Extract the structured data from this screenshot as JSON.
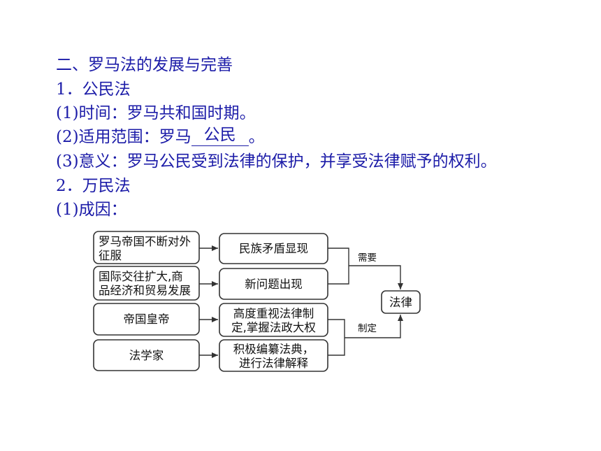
{
  "section_heading": "二、罗马法的发展与完善",
  "item1": {
    "title": "1．公民法",
    "time": "(1)时间：罗马共和国时期。",
    "scope_prefix": "(2)适用范围：罗马",
    "scope_answer": "公民",
    "scope_suffix": "。",
    "meaning": "(3)意义：罗马公民受到法律的保护，并享受法律赋予的权利。"
  },
  "item2": {
    "title": "2．万民法",
    "causes": "(1)成因："
  },
  "diagram": {
    "cause1": [
      "罗马帝国不断对外",
      "征服"
    ],
    "cause2": [
      "国际交往扩大,商",
      "品经济和贸易发展"
    ],
    "effect1": "民族矛盾显现",
    "effect2": "新问题出现",
    "actor1": "帝国皇帝",
    "actor2": "法学家",
    "action1": [
      "高度重视法律制",
      "定,掌握法政大权"
    ],
    "action2": [
      "积极编纂法典，",
      "进行法律解释"
    ],
    "label_need": "需要",
    "label_make": "制定",
    "result": "法律"
  }
}
